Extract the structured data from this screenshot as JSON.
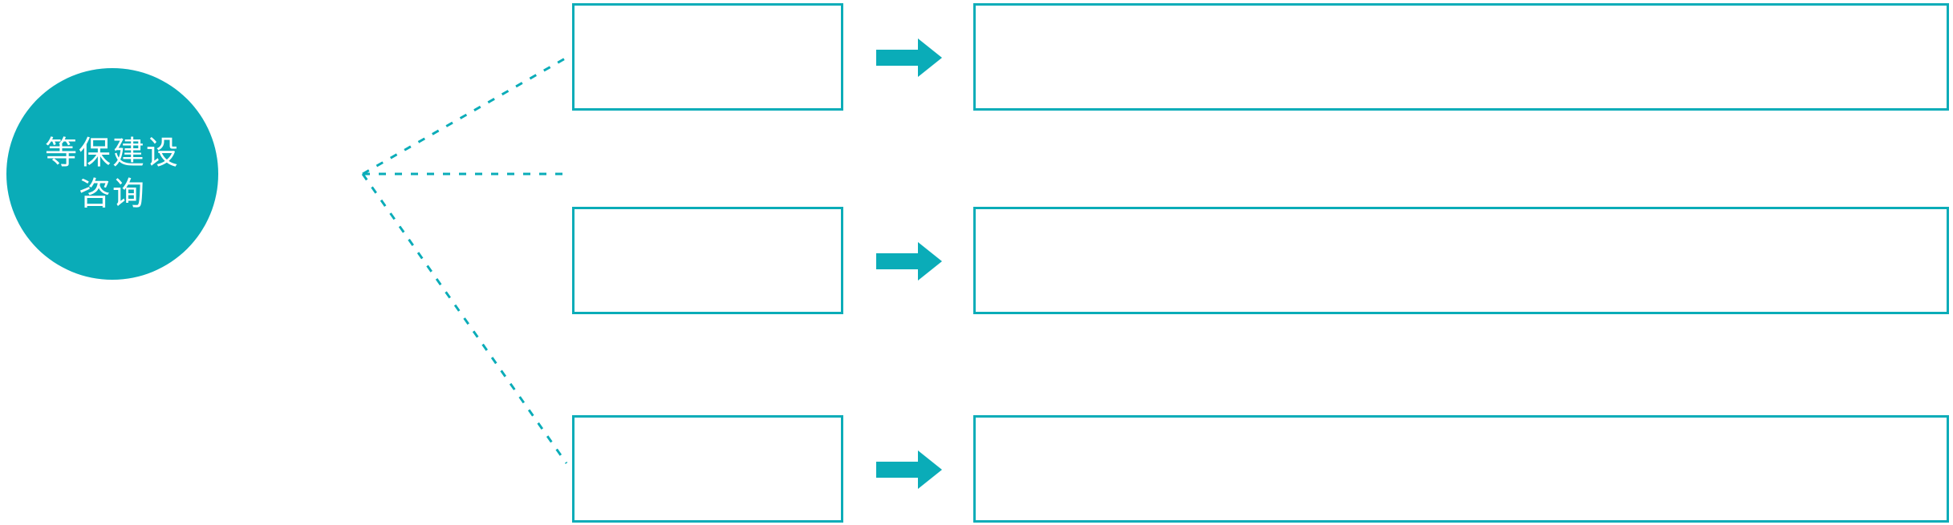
{
  "theme": {
    "accent": "#0AACB8",
    "background": "#FFFFFF",
    "hub_text_color": "#FFFFFF",
    "box_border_color": "#0AACB8"
  },
  "hub": {
    "name": "等保建设咨询",
    "line1": "等保建设",
    "line2": "咨询"
  },
  "connector": {
    "style": "dotted",
    "color": "#0AACB8",
    "branches": 3
  },
  "rows": [
    {
      "stage_label": "",
      "arrow": "arrow-right-icon",
      "detail_label": ""
    },
    {
      "stage_label": "",
      "arrow": "arrow-right-icon",
      "detail_label": ""
    },
    {
      "stage_label": "",
      "arrow": "arrow-right-icon",
      "detail_label": ""
    }
  ]
}
